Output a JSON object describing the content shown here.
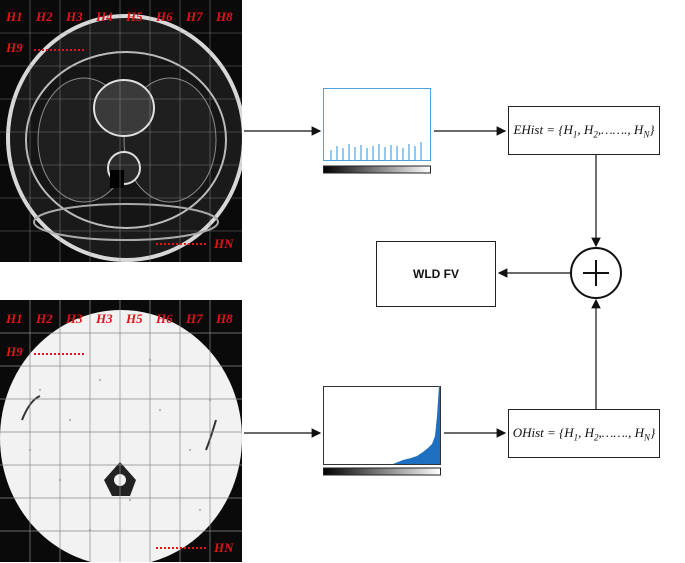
{
  "top_image": {
    "grid_labels_top": [
      "H1",
      "H2",
      "H3",
      "H4",
      "H5",
      "H6",
      "H7",
      "H8"
    ],
    "row2_label": "H9",
    "corner_label": "HN"
  },
  "bottom_image": {
    "grid_labels_top": [
      "H1",
      "H2",
      "H3",
      "H3",
      "H5",
      "H6",
      "H7",
      "H8"
    ],
    "row2_label": "H9",
    "corner_label": "HN"
  },
  "ehist": {
    "prefix": "EHist = {H",
    "mid": ", H",
    "tail": ",……., H",
    "end": "}",
    "subs": [
      "1",
      "2",
      "N"
    ]
  },
  "ohist": {
    "prefix": "OHist = {H",
    "mid": ", H",
    "tail": ",……., H",
    "end": "}",
    "subs": [
      "1",
      "2",
      "N"
    ]
  },
  "wld_label": "WLD FV",
  "colors": {
    "hist_top": "#4da3e0",
    "hist_bottom": "#1f6fc0",
    "grid_label": "#e0141b"
  }
}
